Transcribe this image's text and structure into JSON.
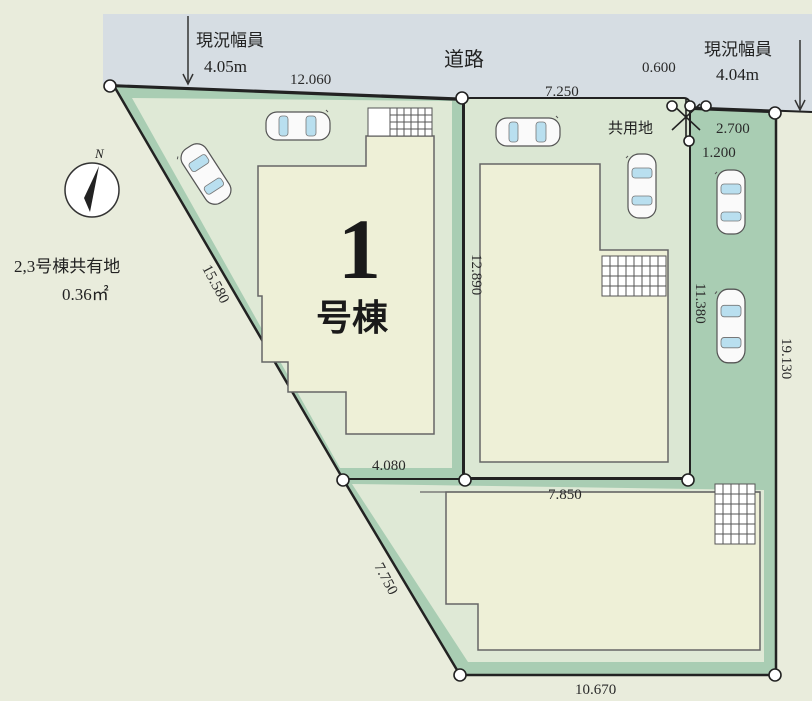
{
  "road": {
    "label": "道路",
    "width_left_title": "現況幅員",
    "width_left_value": "4.05m",
    "width_right_title": "現況幅員",
    "width_right_value": "4.04m"
  },
  "compass": {
    "north_label": "N"
  },
  "shared_land_note": {
    "line1": "2,3号棟共有地",
    "line2": "0.36㎡"
  },
  "shared_land_label": "共用地",
  "building1": {
    "number": "1",
    "label": "号棟"
  },
  "dimensions": {
    "top_left": "12.060",
    "top_mid": "7.250",
    "top_small": "0.600",
    "right_small_1": "2.700",
    "right_small_2": "1.200",
    "diag_upper": "15.580",
    "lot2_side": "12.890",
    "lot1_bottom": "4.080",
    "passage_side": "11.380",
    "right_side": "19.130",
    "lot3_top": "7.850",
    "diag_lower": "7.750",
    "bottom": "10.670"
  },
  "colors": {
    "road": "#d6dde3",
    "lot_fill": "#edf0d8",
    "green_border": "#a9cdb3",
    "line": "#222222"
  }
}
